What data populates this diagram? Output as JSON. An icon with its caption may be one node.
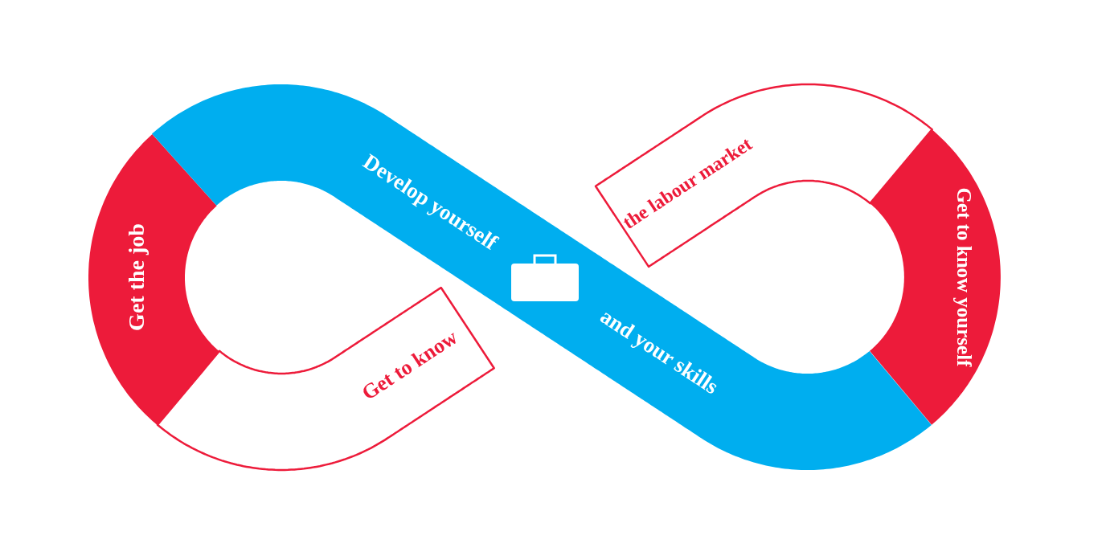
{
  "diagram": {
    "nodes": [
      {
        "text": [
          "Get the job"
        ]
      },
      {
        "text": [
          "Develop yourself",
          "and your skills"
        ]
      },
      {
        "text": [
          "Get to know"
        ]
      },
      {
        "text": [
          "the labour market"
        ]
      },
      {
        "text": [
          "Get to know yourself"
        ]
      }
    ]
  }
}
